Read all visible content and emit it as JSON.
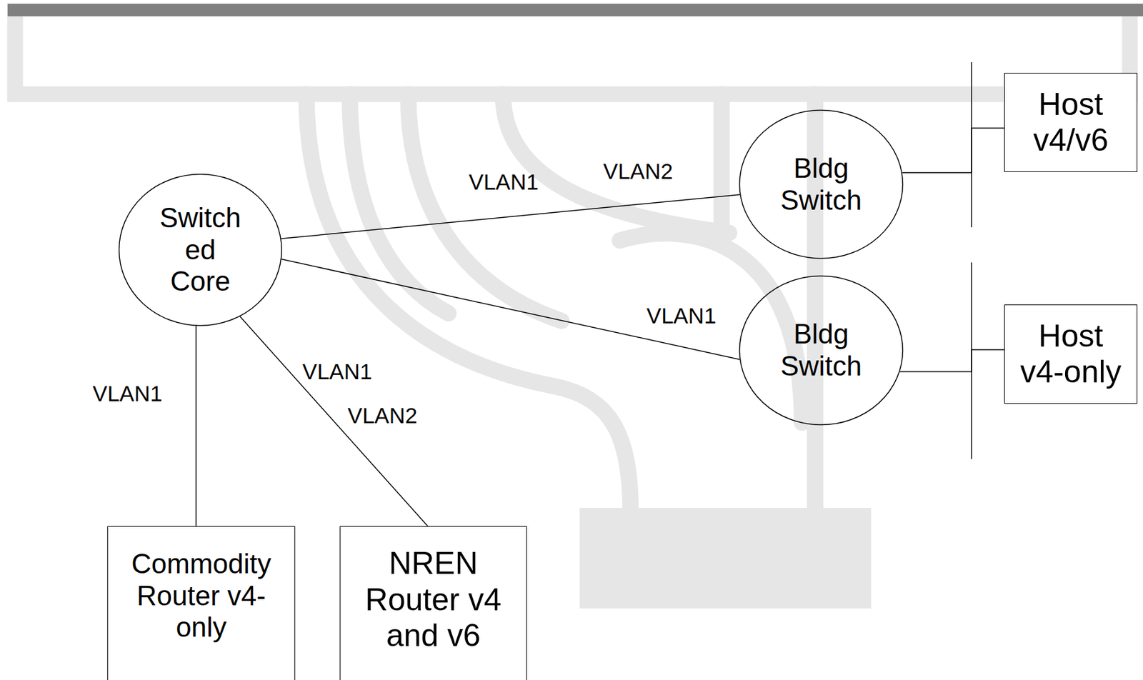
{
  "diagram": {
    "nodes": [
      {
        "text": [
          "Switch ed Core"
        ]
      },
      {
        "text": [
          "Bldg Switch"
        ]
      },
      {
        "text": [
          "Bldg Switch"
        ]
      },
      {
        "text": [
          "Host v4/v6"
        ]
      },
      {
        "text": [
          "Host v4-only"
        ]
      },
      {
        "text": [
          "Commodity Router v4-only"
        ]
      },
      {
        "text": [
          "NREN Router v4 and v6"
        ]
      }
    ],
    "edges": [
      {
        "from": 0,
        "to": 1,
        "arrow": "none",
        "label": "VLAN1"
      },
      {
        "from": 0,
        "to": 2,
        "arrow": "none",
        "label": "VLAN1"
      },
      {
        "from": 0,
        "to": 5,
        "arrow": "none",
        "label": "VLAN1"
      },
      {
        "from": 0,
        "to": 6,
        "arrow": "none",
        "label": "VLAN1"
      },
      {
        "from": 1,
        "to": 3,
        "arrow": "none"
      },
      {
        "from": 2,
        "to": 4,
        "arrow": "none"
      }
    ],
    "labels": [
      "VLAN2",
      "VLAN2"
    ]
  }
}
